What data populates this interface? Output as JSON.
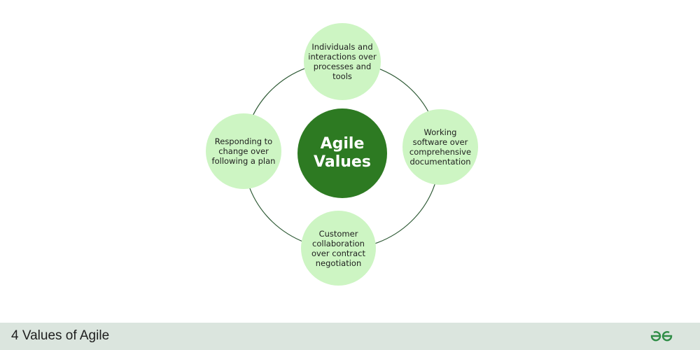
{
  "center": {
    "line1": "Agile",
    "line2": "Values"
  },
  "values": [
    {
      "id": "top",
      "text": "Individuals and interactions over processes and tools"
    },
    {
      "id": "right",
      "text": "Working software over comprehensive documentation"
    },
    {
      "id": "bottom",
      "text": "Customer collaboration over contract negotiation"
    },
    {
      "id": "left",
      "text": "Responding to change over following a plan"
    }
  ],
  "footer": {
    "title": "4 Values of Agile",
    "logo": "GfG"
  },
  "colors": {
    "node": "#cdf5c3",
    "center": "#2d7a22",
    "ring": "#2e5a35",
    "footer": "#dbe5de",
    "logo": "#2f8d46"
  }
}
